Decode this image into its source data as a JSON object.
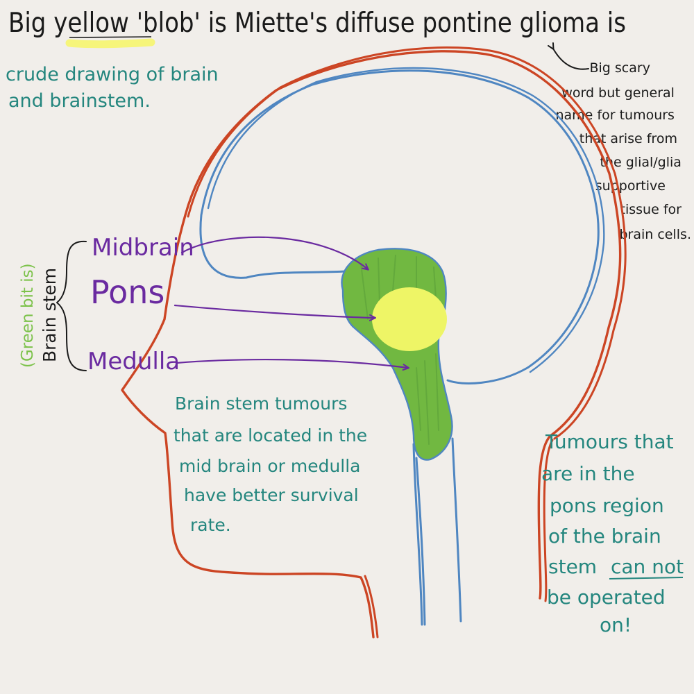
{
  "title": {
    "prefix": "Big ",
    "highlight": "yellow",
    "rest": " 'blob' is Miette's diffuse pontine glioma is"
  },
  "subtitle": {
    "lines": [
      "crude drawing of brain",
      "and brainstem."
    ]
  },
  "glioma_note": {
    "lines": [
      "Big scary",
      "word but general",
      "name for tumours",
      "that arise from",
      "the glial/glia",
      "supportive",
      "tissue for",
      "brain cells."
    ]
  },
  "labels": {
    "midbrain": "Midbrain",
    "pons": "Pons",
    "medulla": "Medulla"
  },
  "brain_stem_bracket": {
    "green_part": "(Green bit is)",
    "black_part": "Brain stem"
  },
  "survival_note": {
    "lines": [
      "Brain stem tumours",
      "that are located in the",
      "mid brain or medulla",
      "have better survival",
      "rate."
    ]
  },
  "pons_note": {
    "lines": [
      "Tumours that",
      "are in the",
      "pons region",
      "of the brain",
      "stem",
      "be operated",
      "on!"
    ],
    "underlined": "can not"
  },
  "colors": {
    "background": "#f1eeea",
    "head_outline": "#cc4524",
    "brain_outline": "#4f86c1",
    "brainstem_fill": "#71b841",
    "tumour_fill": "#eef566",
    "highlighter": "#f6f57a",
    "label_purple": "#6a2aa0",
    "note_teal": "#24867e",
    "bracket_green": "#7cc24a",
    "ink_black": "#1a1a1a"
  }
}
